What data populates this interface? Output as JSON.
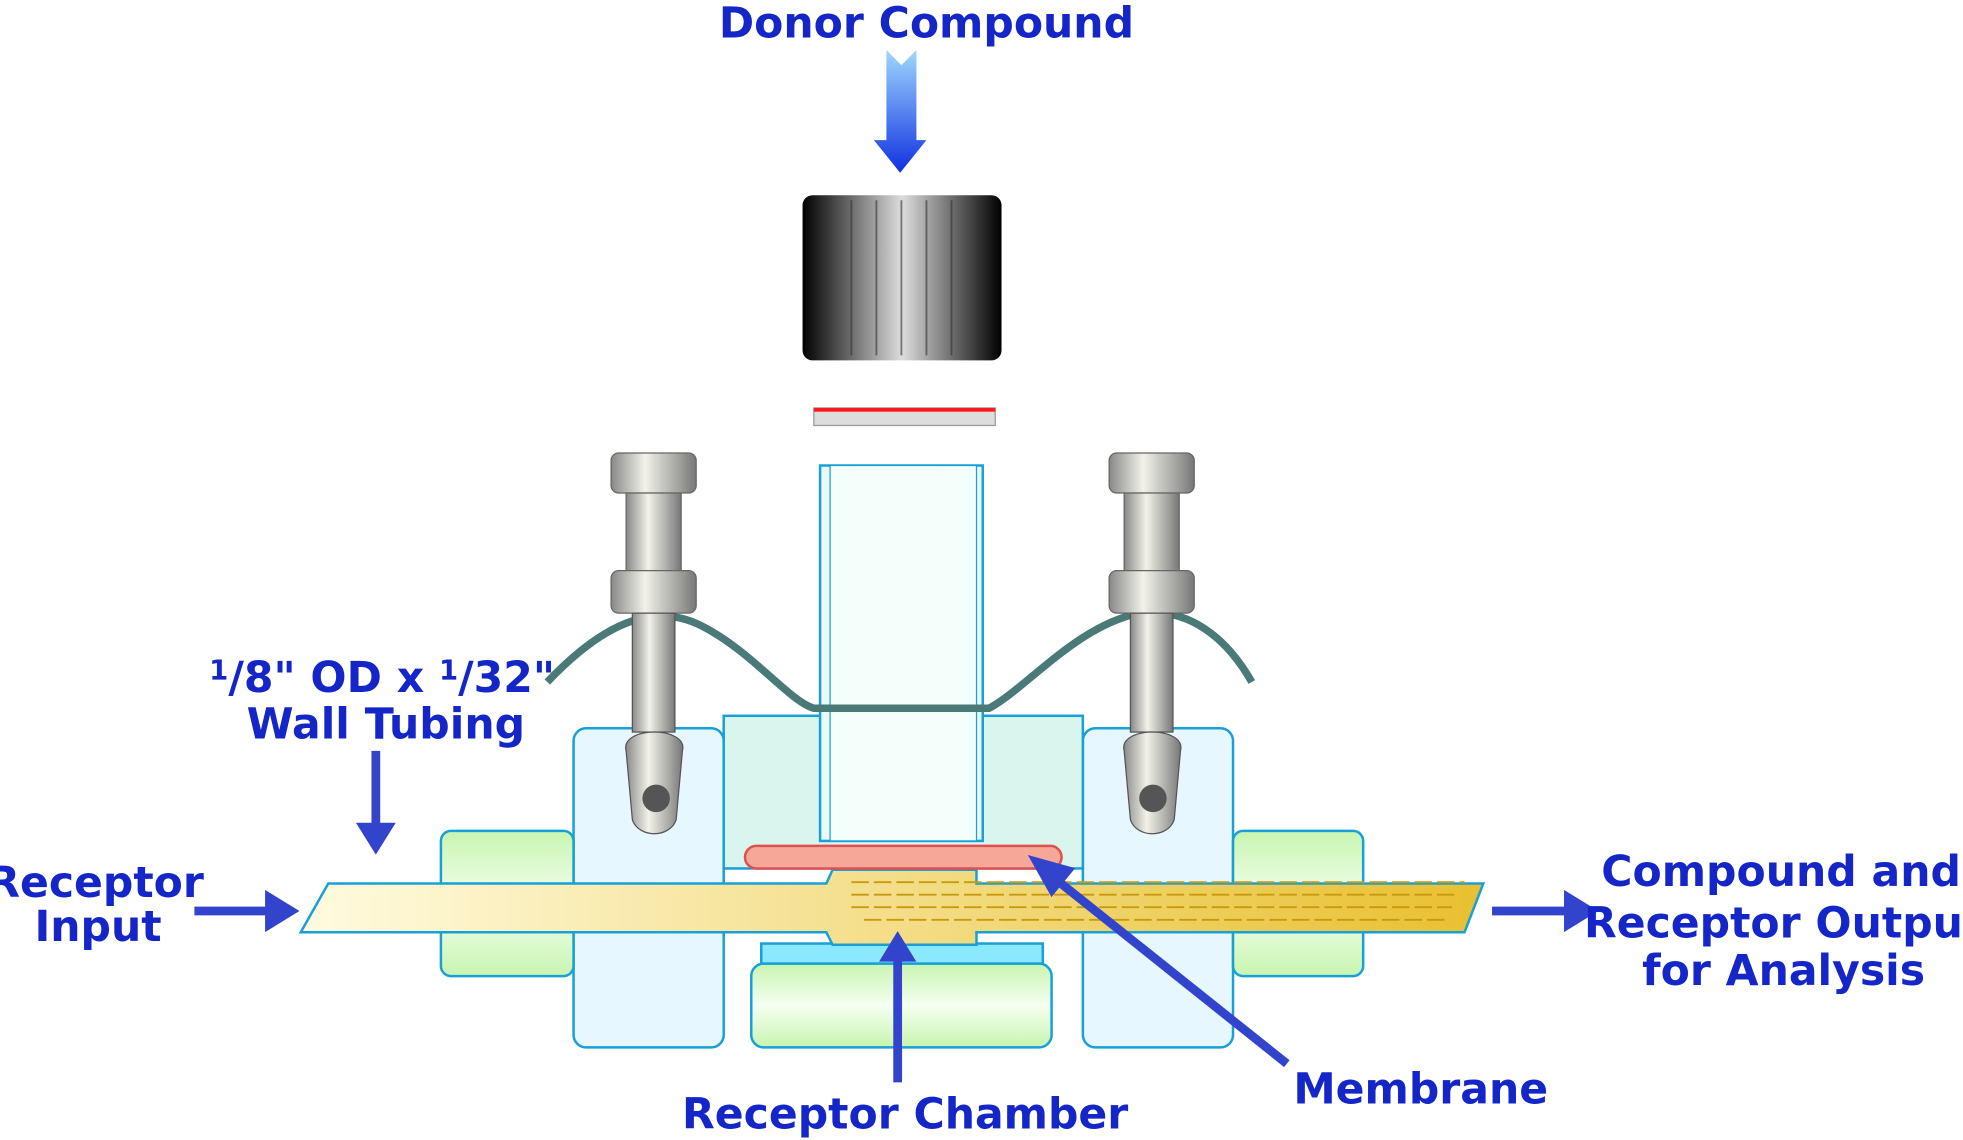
{
  "labels": {
    "donor_compound": "Donor Compound",
    "tubing_line1_sup1": "1",
    "tubing_line1_part1": "/8\" OD x ",
    "tubing_line1_sup2": "1",
    "tubing_line1_part2": "/32\"",
    "tubing_line2": "Wall Tubing",
    "receptor_input_line1": "Receptor",
    "receptor_input_line2": "Input",
    "output_line1": "Compound and",
    "output_line2": "Receptor Output",
    "output_line3": "for Analysis",
    "membrane": "Membrane",
    "receptor_chamber": "Receptor Chamber"
  },
  "colors": {
    "label_text": "#1426c8",
    "arrow": "#3344cc",
    "outline": "#1aa0d8",
    "membrane": "#f5a898",
    "fluid": "#f0d060"
  }
}
